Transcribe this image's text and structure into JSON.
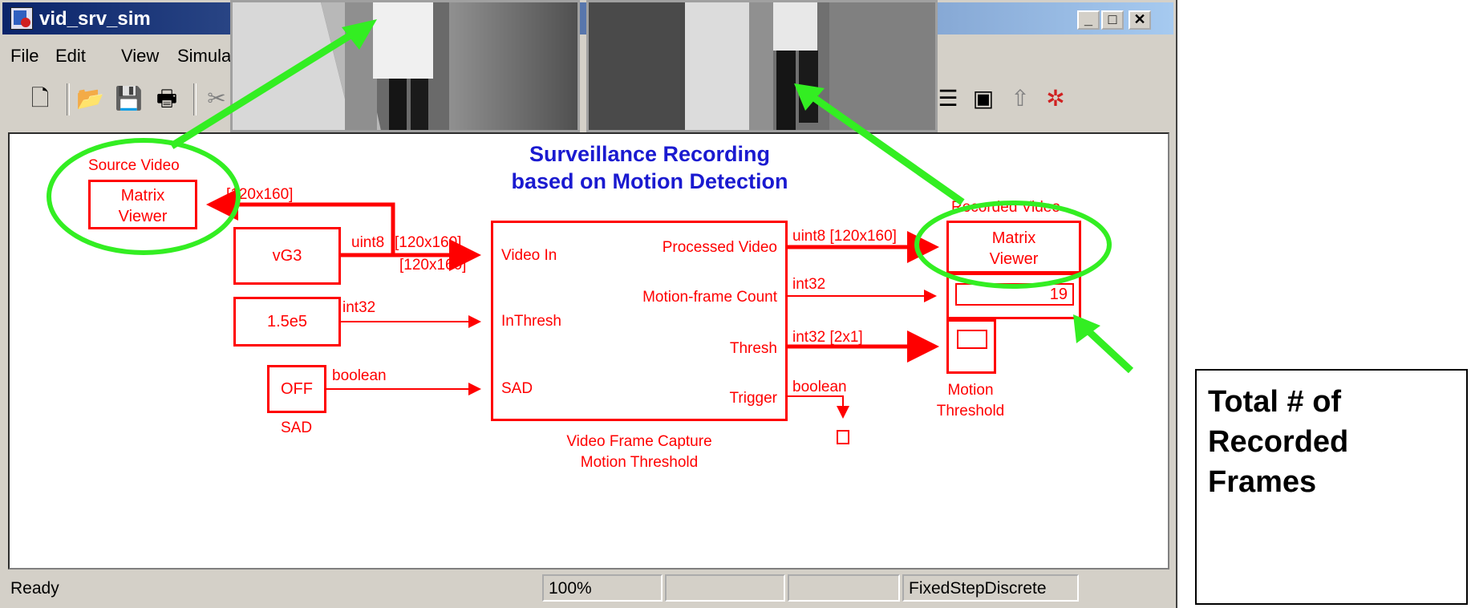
{
  "window": {
    "title": "vid_srv_sim",
    "controls": {
      "minimize": "_",
      "maximize": "□",
      "close": "✕"
    }
  },
  "menu": {
    "items": [
      "File",
      "Edit",
      "View",
      "Simulat"
    ]
  },
  "toolbar": {
    "icons": [
      "new-icon",
      "open-icon",
      "save-icon",
      "print-icon",
      "cut-icon",
      "list-icon",
      "model-browser-icon",
      "up-icon",
      "debug-icon"
    ]
  },
  "diagram": {
    "title_line1": "Surveillance Recording",
    "title_line2": "based on Motion Detection",
    "source_video_label": "Source Video",
    "source_viewer_line1": "Matrix",
    "source_viewer_line2": "Viewer",
    "source_signal": "[120x160]",
    "vg3_block": "vG3",
    "vg3_signal_type": "uint8",
    "vg3_signal_dim": "[120x160]",
    "vg3_signal_dim_below": "[120x160]",
    "const_block": "1.5e5",
    "const_signal": "int32",
    "sad_block": "OFF",
    "sad_label": "SAD",
    "sad_signal": "boolean",
    "main_block": {
      "in_video": "Video In",
      "in_thresh": "InThresh",
      "in_sad": "SAD",
      "out_video": "Processed Video",
      "out_count": "Motion-frame Count",
      "out_thresh": "Thresh",
      "out_trigger": "Trigger",
      "caption_line1": "Video Frame Capture",
      "caption_line2": "Motion Threshold"
    },
    "out_video_signal": "uint8  [120x160]",
    "out_count_signal": "int32",
    "out_thresh_signal": "int32  [2x1]",
    "out_trigger_signal": "boolean",
    "recorded_video_label": "Recorded Video",
    "recorded_viewer_line1": "Matrix",
    "recorded_viewer_line2": "Viewer",
    "display_value": "19",
    "scope_label_line1": "Motion",
    "scope_label_line2": "Threshold"
  },
  "status": {
    "ready": "Ready",
    "zoom": "100%",
    "cell3": "",
    "cell4": "",
    "solver": "FixedStepDiscrete"
  },
  "callout": {
    "line1": "Total # of",
    "line2": "Recorded",
    "line3": "Frames"
  },
  "colors": {
    "block": "#ff0000",
    "annotation": "#33ee22",
    "title": "#1a1ad0"
  }
}
